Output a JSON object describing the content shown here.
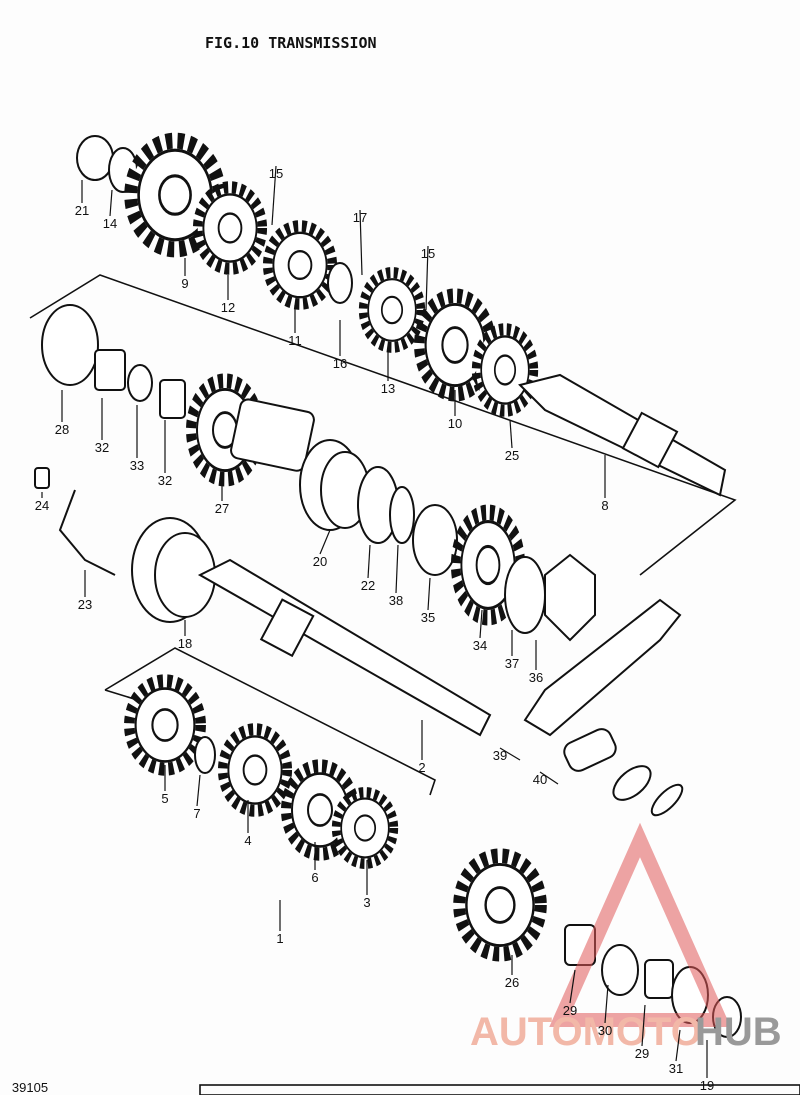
{
  "title": "FIG.10  TRANSMISSION",
  "page_code": "39105",
  "watermark": {
    "part1": "AUTOMOTO",
    "part2": "HUB",
    "color_a": "#f2b8a8",
    "color_b": "#999999"
  },
  "callouts": [
    "21",
    "14",
    "9",
    "12",
    "15",
    "11",
    "17",
    "16",
    "15",
    "13",
    "10",
    "25",
    "8",
    "28",
    "32",
    "33",
    "32",
    "27",
    "20",
    "22",
    "38",
    "35",
    "34",
    "37",
    "36",
    "24",
    "23",
    "18",
    "2",
    "5",
    "7",
    "4",
    "6",
    "3",
    "1",
    "39",
    "40",
    "26",
    "29",
    "30",
    "29",
    "31",
    "19"
  ]
}
